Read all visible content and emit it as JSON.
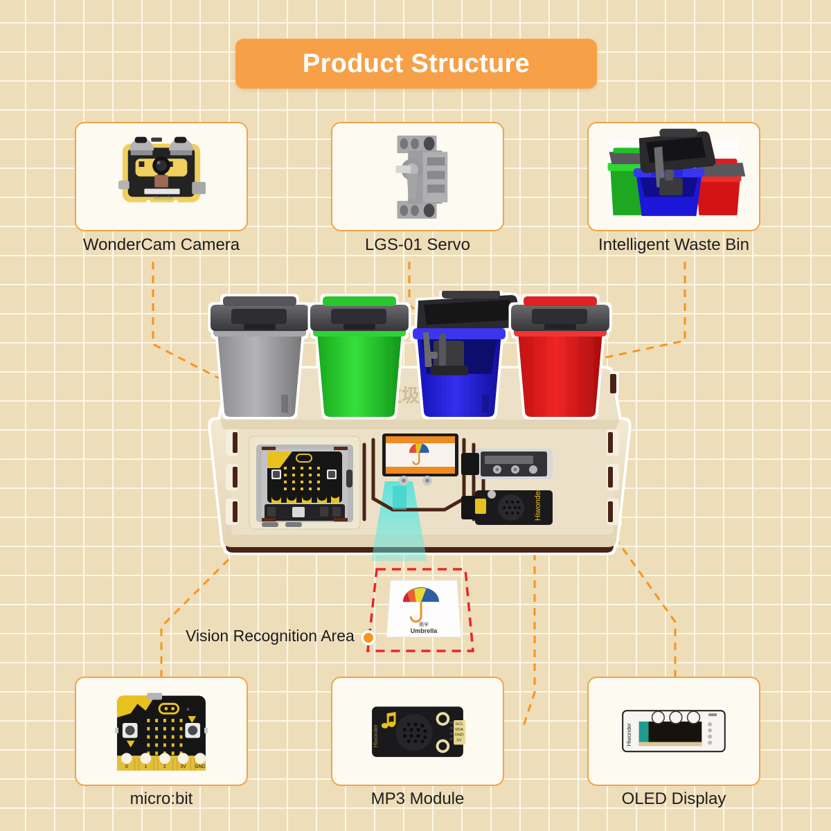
{
  "page": {
    "title": "Product Structure",
    "background_color": "#eeddb9",
    "grid_line_color": "#fffcf0",
    "accent_color": "#f7941d",
    "banner_color": "#f8a047",
    "card_border_color": "#f0a44a",
    "card_fill_color": "#fdfaf1"
  },
  "cards": [
    {
      "id": "wondercam",
      "label": "WonderCam Camera",
      "icon": "wondercam-camera-icon",
      "position": "top-left"
    },
    {
      "id": "servo",
      "label": "LGS-01 Servo",
      "icon": "servo-motor-icon",
      "position": "top-center"
    },
    {
      "id": "wastebin",
      "label": "Intelligent Waste Bin",
      "icon": "waste-bin-icon",
      "position": "top-right"
    },
    {
      "id": "microbit",
      "label": "micro:bit",
      "icon": "microbit-board-icon",
      "position": "bottom-left"
    },
    {
      "id": "mp3",
      "label": "MP3 Module",
      "icon": "mp3-module-icon",
      "position": "bottom-center"
    },
    {
      "id": "oled",
      "label": "OLED Display",
      "icon": "oled-display-icon",
      "position": "bottom-right"
    }
  ],
  "annotations": {
    "vision_area_label": "Vision Recognition Area",
    "vision_area_outline_color": "#e8262a"
  },
  "assembly": {
    "engraved_text": "智能垃圾分类系统",
    "bins": [
      {
        "name": "grey-bin",
        "body_color": "#9a9a9c",
        "lid_color": "#4a4a4d",
        "lid_open": false
      },
      {
        "name": "green-bin",
        "body_color": "#22c428",
        "lid_color": "#4a4a4d",
        "lid_open": false
      },
      {
        "name": "blue-bin",
        "body_color": "#1a17d8",
        "lid_color": "#2b2b2e",
        "lid_open": true
      },
      {
        "name": "red-bin",
        "body_color": "#e21b1b",
        "lid_color": "#3c3c3f",
        "lid_open": false
      }
    ],
    "base_color": "#efe4cc",
    "base_edge_color": "#4a2418",
    "vision_beam_color": "#3fe3e0"
  },
  "recognition_card": {
    "subject_cn": "雨伞",
    "subject_en": "Umbrella",
    "icon": "umbrella-icon"
  },
  "mp3_module_pins": [
    "SCL",
    "SDA",
    "GND",
    "5V"
  ],
  "microbit_pins": [
    "0",
    "1",
    "2",
    "3V",
    "GND"
  ],
  "brand": "Hiwonder"
}
